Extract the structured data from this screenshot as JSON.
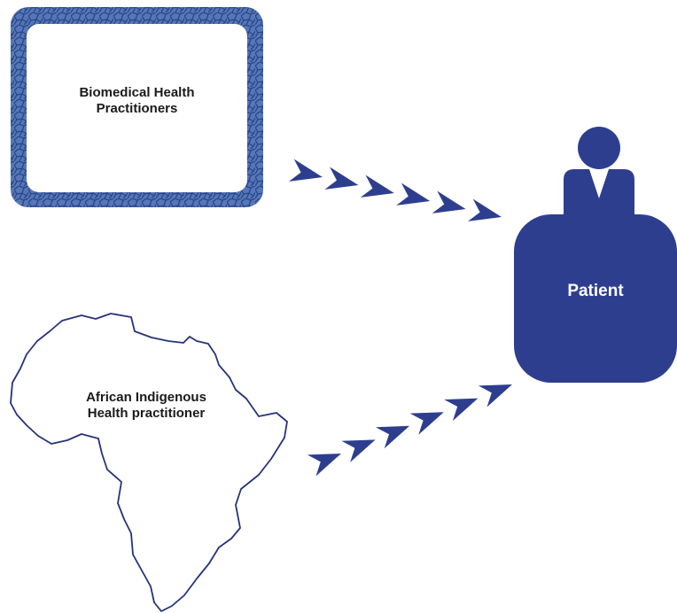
{
  "colors": {
    "primary": "#2e3e8f",
    "frame_border": "#5577b8",
    "frame_texture": "#2f4d93",
    "outline": "#26337a",
    "text": "#1a1a1a",
    "text_light": "#ffffff",
    "background": "#ffffff"
  },
  "nodes": {
    "biomedical": {
      "line1": "Biomedical Health",
      "line2": "Practitioners",
      "shape": "textured-rounded-frame"
    },
    "african": {
      "line1": "African Indigenous",
      "line2": "Health practitioner",
      "shape": "africa-map-outline"
    },
    "patient": {
      "label": "Patient",
      "shape": "person-icon-on-rounded-block"
    }
  },
  "edges": [
    {
      "from": "biomedical",
      "to": "patient",
      "style": "chevron-arrows",
      "count": 6
    },
    {
      "from": "african",
      "to": "patient",
      "style": "chevron-arrows",
      "count": 6
    }
  ]
}
